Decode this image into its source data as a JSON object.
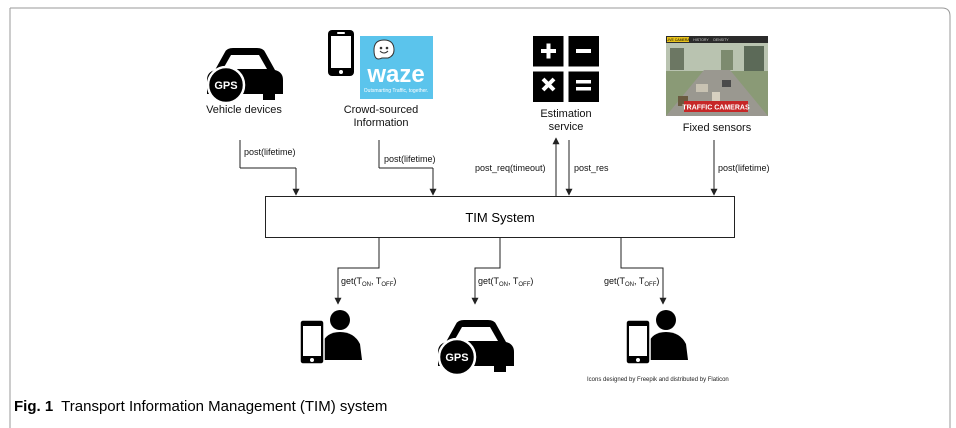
{
  "sources": {
    "vehicle": {
      "label": "Vehicle devices",
      "edge_label": "post(lifetime)",
      "icon": "gps-car-icon",
      "badge": "GPS"
    },
    "crowd": {
      "label_line1": "Crowd-sourced",
      "label_line2": "Information",
      "edge_label": "post(lifetime)",
      "icon": "waze-logo",
      "logo_text": "waze",
      "logo_tagline": "Outsmarting Traffic, together."
    },
    "estimation": {
      "label_line1": "Estimation",
      "label_line2": "service",
      "edge_label_req": "post_req(timeout)",
      "edge_label_res": "post_res",
      "icon": "calculator-icon"
    },
    "fixed": {
      "label": "Fixed sensors",
      "edge_label": "post(lifetime)",
      "icon": "traffic-camera-image",
      "image_tabs": [
        "LIVE CAMERA",
        "HISTORY",
        "DENSITY"
      ],
      "image_banner": "TRAFFIC CAMERAS"
    }
  },
  "tim": {
    "label": "TIM System"
  },
  "consumers": [
    {
      "name": "mobile-user",
      "icon": "phone-user-icon",
      "edge_label": {
        "fn": "get(T",
        "sub_on": "ON",
        "sep": ", T",
        "sub_off": "OFF",
        "close": ")"
      }
    },
    {
      "name": "vehicle",
      "icon": "gps-car-icon",
      "badge": "GPS",
      "edge_label": {
        "fn": "get(T",
        "sub_on": "ON",
        "sep": ", T",
        "sub_off": "OFF",
        "close": ")"
      }
    },
    {
      "name": "mobile-user",
      "icon": "phone-user-icon",
      "edge_label": {
        "fn": "get(T",
        "sub_on": "ON",
        "sep": ", T",
        "sub_off": "OFF",
        "close": ")"
      }
    }
  ],
  "credit": "Icons designed by Freepik and distributed by Flaticon",
  "caption": {
    "label": "Fig. 1",
    "text": "Transport Information Management (TIM) system"
  },
  "colors": {
    "waze_bg": "#5bc4ec",
    "frame": "#9a9a9a",
    "line": "#222222",
    "icon": "#000000"
  }
}
